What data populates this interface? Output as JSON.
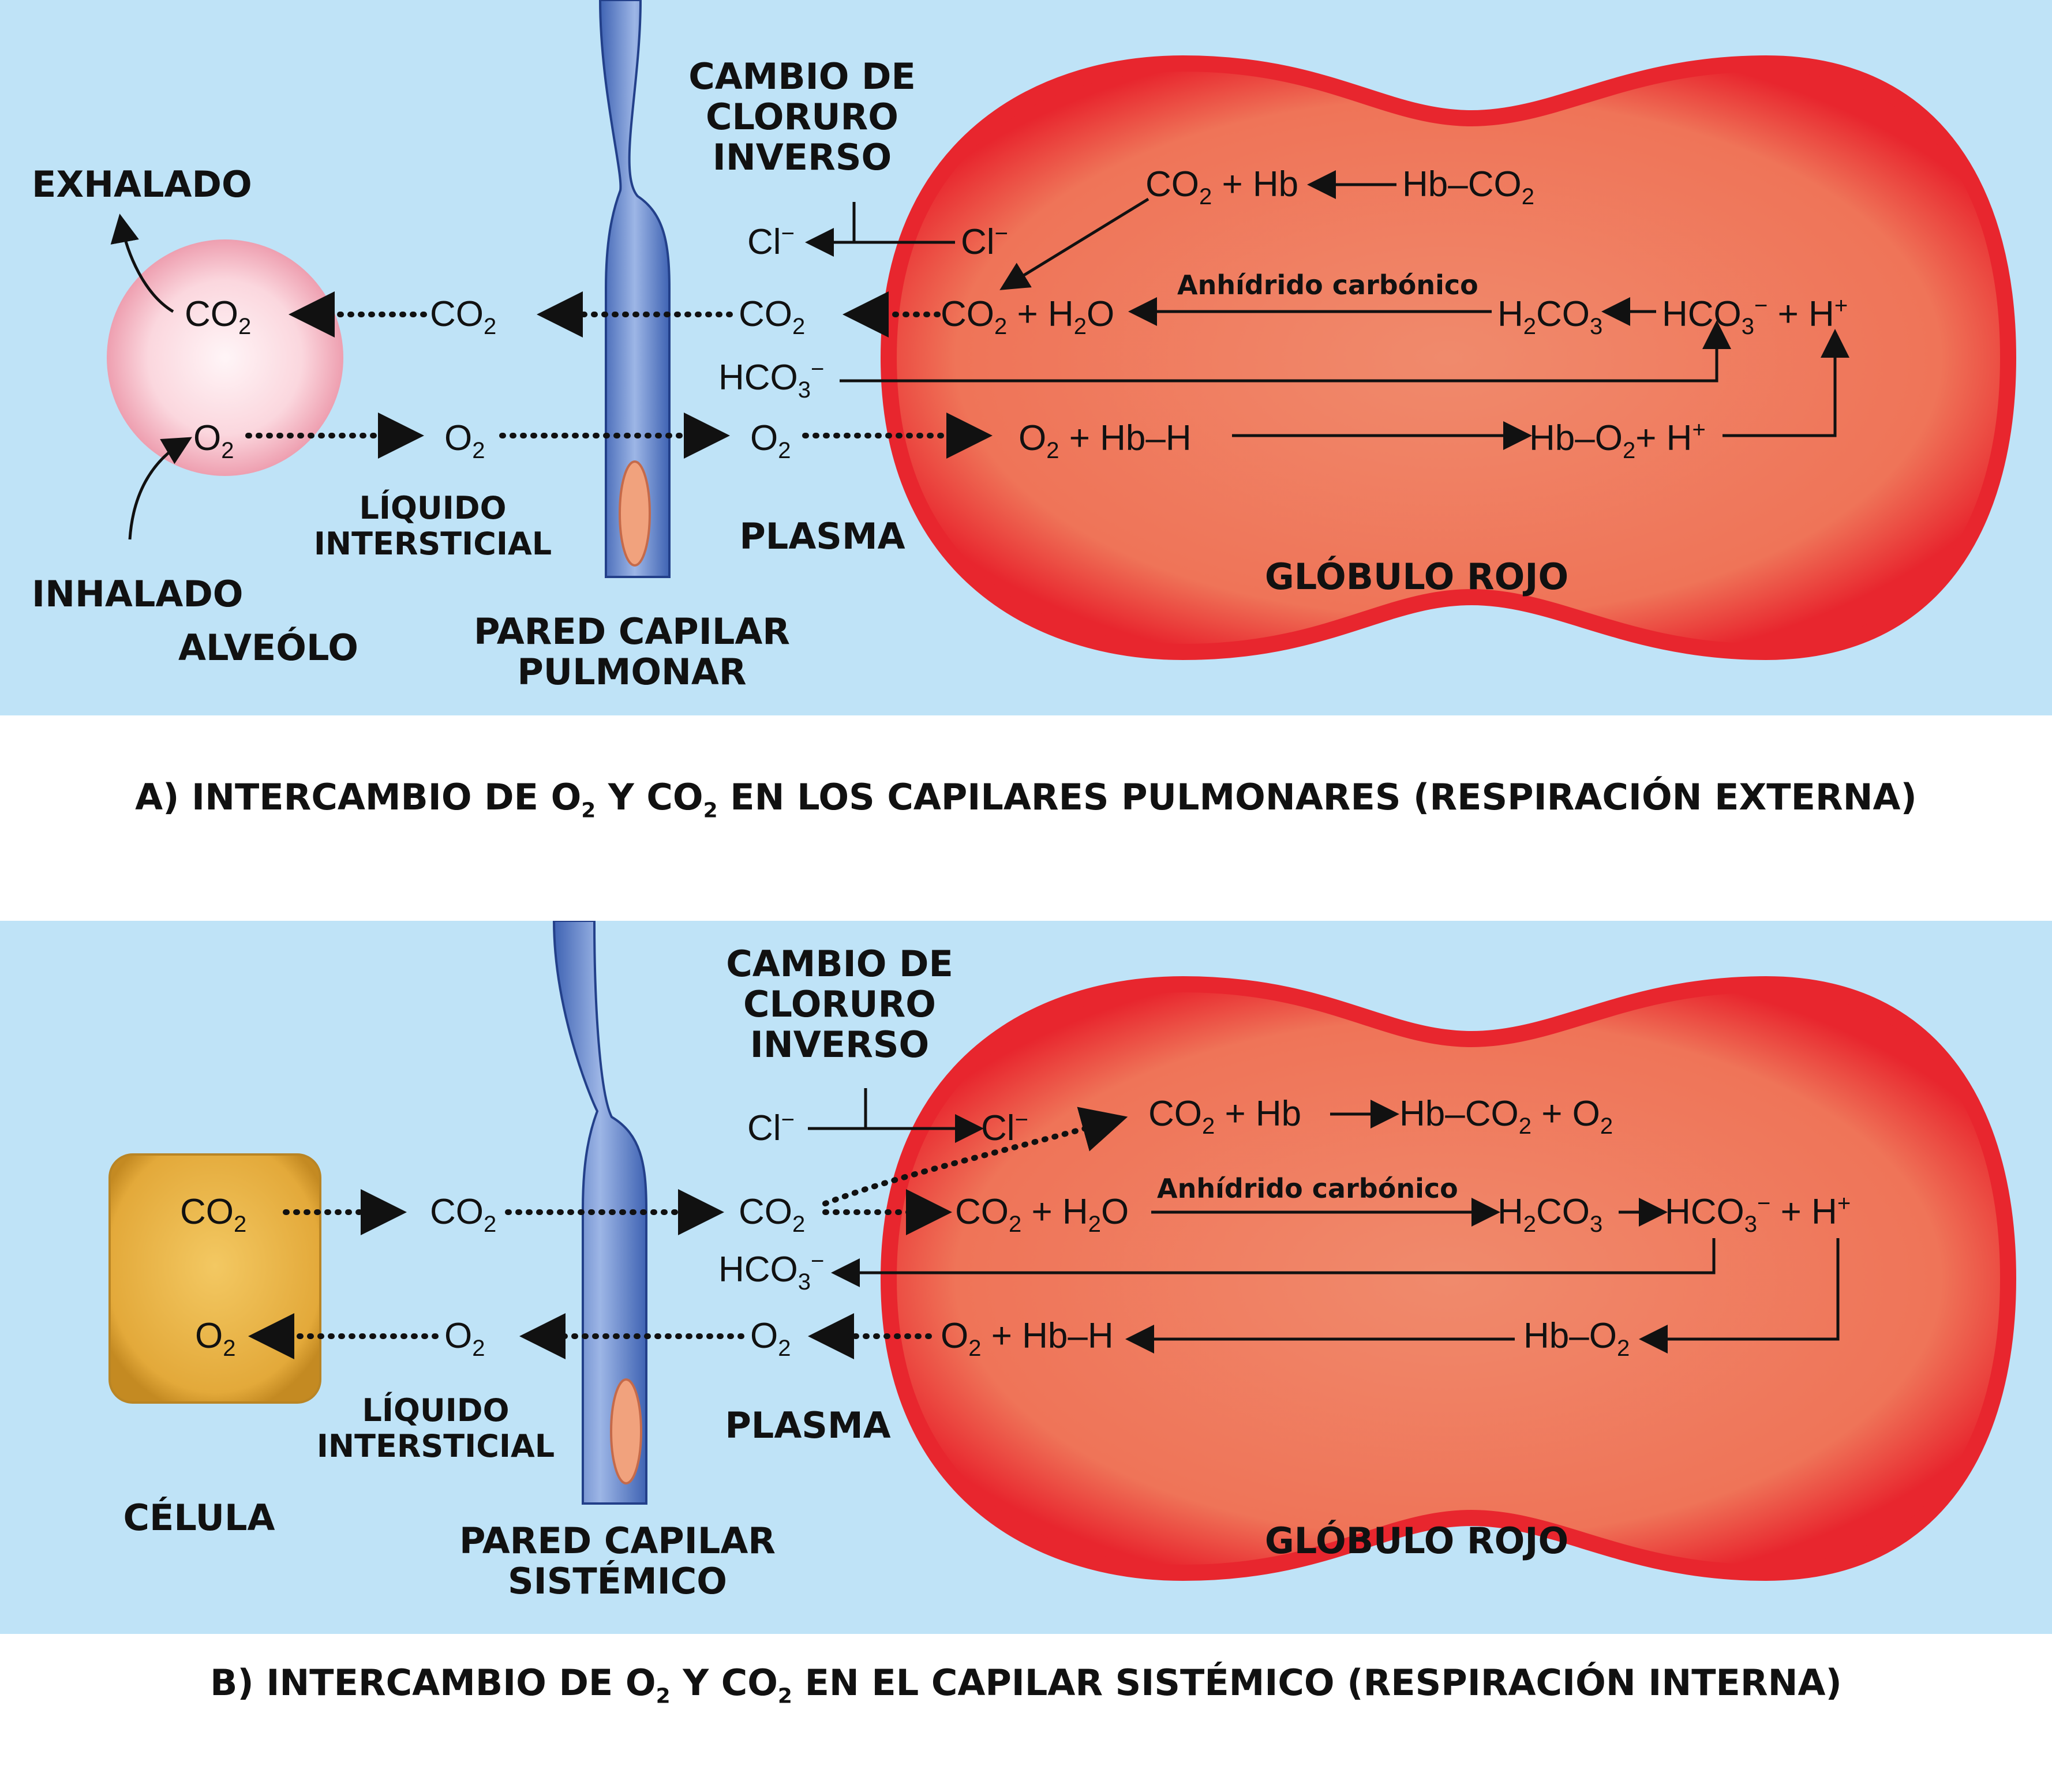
{
  "panel_a": {
    "caption": {
      "pre": "A) INTERCAMBIO DE O",
      "sub1": "2",
      "mid": " Y CO",
      "sub2": "2",
      "post": " EN LOS CAPILARES PULMONARES (RESPIRACIÓN EXTERNA)"
    },
    "labels": {
      "exhalado": "EXHALADO",
      "inhalado": "INHALADO",
      "alveolo": "ALVEÓLO",
      "liquido": "LÍQUIDO\nINTERSTICIAL",
      "pared": "PARED CAPILAR\nPULMONAR",
      "plasma": "PLASMA",
      "globulo": "GLÓBULO ROJO",
      "cloruro": "CAMBIO DE\nCLORURO\nINVERSO",
      "enzima": "Anhídrido carbónico"
    },
    "chem": {
      "co2": "CO2",
      "o2": "O2",
      "cl": "Cl−",
      "hco3": "HCO3−",
      "co2_hb": "CO2 + Hb",
      "hb_co2": "Hb–CO2",
      "co2_h2o": "CO2 + H2O",
      "h2co3": "H2CO3",
      "hco3_h": "HCO3− + H+",
      "o2_hbh": "O2 + Hb–H",
      "hbo2_h": "Hb–O2 + H+"
    }
  },
  "panel_b": {
    "caption": {
      "pre": "B) INTERCAMBIO DE O",
      "sub1": "2",
      "mid": " Y CO",
      "sub2": "2",
      "post": " EN EL CAPILAR SISTÉMICO (RESPIRACIÓN INTERNA)"
    },
    "labels": {
      "celula": "CÉLULA",
      "liquido": "LÍQUIDO\nINTERSTICIAL",
      "pared": "PARED CAPILAR\nSISTÉMICO",
      "plasma": "PLASMA",
      "globulo": "GLÓBULO ROJO",
      "cloruro": "CAMBIO DE\nCLORURO\nINVERSO",
      "enzima": "Anhídrido carbónico"
    },
    "chem": {
      "co2": "CO2",
      "o2": "O2",
      "cl": "Cl−",
      "hco3": "HCO3−",
      "co2_hb": "CO2 + Hb",
      "hb_co2_o2": "Hb–CO2 + O2",
      "co2_h2o": "CO2 + H2O",
      "h2co3": "H2CO3",
      "hco3_h": "HCO3− + H+",
      "o2_hbh": "O2 + Hb–H",
      "hbo2": "Hb–O2"
    }
  },
  "colors": {
    "background": "#bfe3f7",
    "rbc_fill": "#ef7a5c",
    "rbc_border": "#e8262e",
    "capillary": "#5a82c8",
    "alveolus": "#f7c2cc",
    "cell": "#e9b543"
  }
}
